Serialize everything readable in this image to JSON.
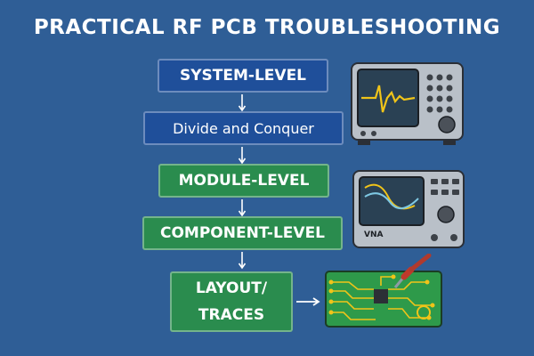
{
  "title": "PRACTICAL RF PCB TROUBLESHOOTING",
  "flow": {
    "step1": "SYSTEM-LEVEL",
    "step2": "Divide and Conquer",
    "step3": "MODULE-LEVEL",
    "step4": "COMPONENT-LEVEL",
    "step5_line1": "LAYOUT/",
    "step5_line2": "TRACES"
  },
  "devices": {
    "oscilloscope": "oscilloscope-icon",
    "vna_label": "VNA",
    "pcb": "pcb-with-soldering-iron-icon"
  },
  "colors": {
    "background": "#2f5e96",
    "blue_box": "#1f4f9a",
    "green_box": "#2a8c4e",
    "waveform": "#f0c419"
  }
}
